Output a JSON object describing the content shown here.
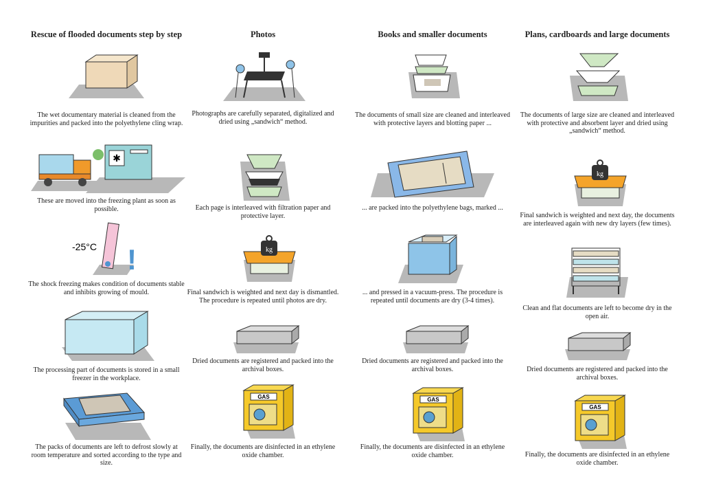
{
  "columns": [
    {
      "title": "Rescue of flooded documents step by step",
      "steps": [
        "The wet documentary material is cleaned from the impurities and packed into the polyethylene cling wrap.",
        "These are moved into the freezing plant as soon as possible.",
        "The shock freezing makes condition of documents stable and inhibits growing of mould.",
        "The processing part of documents is stored in a small freezer in the workplace.",
        "The packs of documents are left to defrost slowly at room temperature and sorted according to the type and size."
      ]
    },
    {
      "title": "Photos",
      "steps": [
        "Photographs are carefully separated, digitalized and dried using „sandwich“ method.",
        "Each page is interleaved with filtration paper and protective layer.",
        "Final sandwich is weighted and next day is dismantled. The procedure is repeated until photos are dry.",
        "Dried documents are registered and packed into the archival boxes.",
        "Finally, the documents are disinfected in an ethylene oxide chamber."
      ]
    },
    {
      "title": "Books and smaller documents",
      "steps": [
        "The documents of small size are cleaned and interleaved with protective layers and blotting paper ...",
        "... are packed into the polyethylene bags, marked ...",
        "... and pressed in a vacuum-press. The procedure is repeated until documents are dry (3-4 times).",
        "Dried documents are registered and packed into the archival boxes.",
        "Finally, the documents are disinfected in an ethylene oxide chamber."
      ]
    },
    {
      "title": "Plans, cardboards and large documents",
      "steps": [
        "The documents of large size are cleaned and interleaved with protective and absorbent layer and dried using „sandwich“ method.",
        "Final sandwich is weighted and next day, the documents are interleaved again with new dry layers (few times).",
        "Clean and flat documents are left to become dry in the open air.",
        "Dried documents are registered and packed into the archival boxes.",
        "Finally, the documents are disinfected in an ethylene oxide chamber."
      ]
    }
  ],
  "labels": {
    "temperature": "-25°C",
    "exclamation": "!",
    "gas": "GAS",
    "kg": "kg"
  }
}
